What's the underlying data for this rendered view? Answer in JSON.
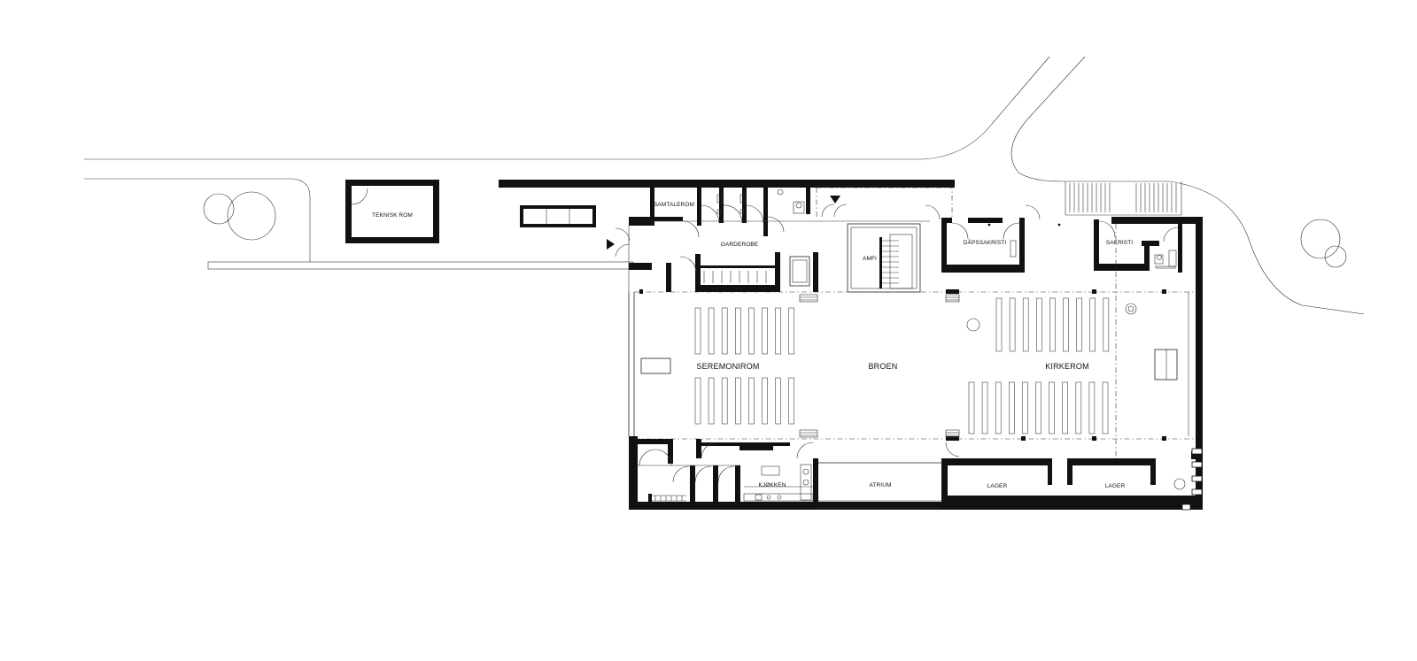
{
  "rooms": {
    "teknisk_rom": "TEKNISK ROM",
    "samtalerom": "SAMTALEROM",
    "garderobe": "GARDEROBE",
    "amfi": "AMFI",
    "dapssakristi": "DÅPSSAKRISTI",
    "sakristi": "SAKRISTI",
    "seremonirom": "SEREMONIROM",
    "broen": "BROEN",
    "kirkerom": "KIRKEROM",
    "kjokken": "KJØKKEN",
    "atrium": "ATRIUM",
    "lager_1": "LAGER",
    "lager_2": "LAGER"
  },
  "colors": {
    "wall": "#111111",
    "line": "#222222",
    "background": "#ffffff"
  }
}
